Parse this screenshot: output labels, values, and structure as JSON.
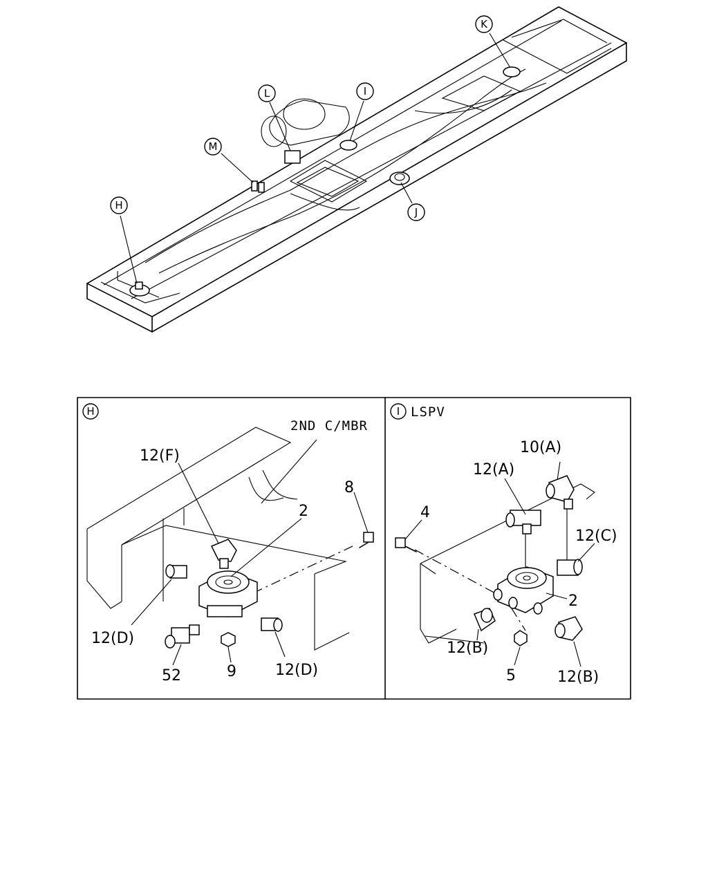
{
  "overview": {
    "callouts": {
      "H": "H",
      "I": "I",
      "J": "J",
      "K": "K",
      "L": "L",
      "M": "M"
    }
  },
  "panel_h": {
    "tag": "H",
    "title": "",
    "member_label": "2ND C/MBR",
    "parts": {
      "p12f": "12(F)",
      "p2": "2",
      "p8": "8",
      "p12d_left": "12(D)",
      "p12d_right": "12(D)",
      "p52": "52",
      "p9": "9"
    }
  },
  "panel_i": {
    "tag": "I",
    "title": "LSPV",
    "parts": {
      "p10a": "10(A)",
      "p12a": "12(A)",
      "p4": "4",
      "p12c": "12(C)",
      "p2": "2",
      "p12b_left": "12(B)",
      "p5": "5",
      "p12b_right": "12(B)"
    }
  }
}
